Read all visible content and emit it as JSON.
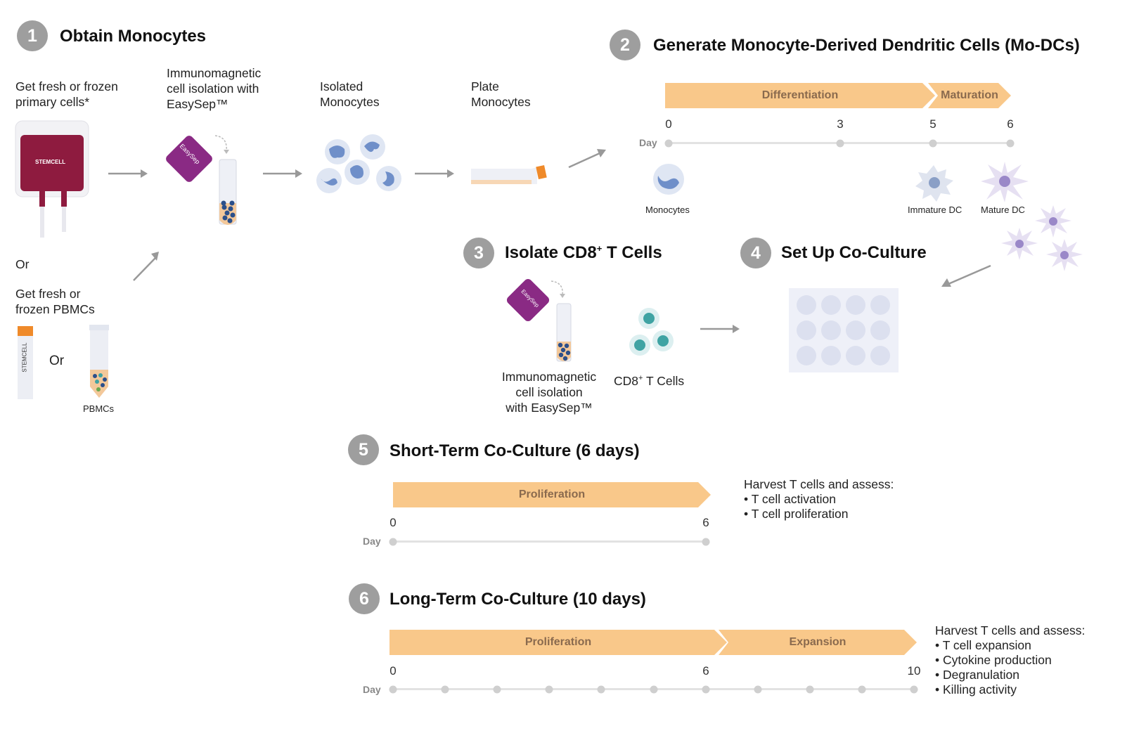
{
  "step1": {
    "number": "1",
    "title": "Obtain Monocytes",
    "get_fresh": [
      "Get fresh or frozen",
      "primary cells*"
    ],
    "immunomagnetic": [
      "Immunomagnetic",
      "cell isolation with",
      "EasySep™"
    ],
    "isolated": [
      "Isolated",
      "Monocytes"
    ],
    "plate": [
      "Plate",
      "Monocytes"
    ],
    "or_1": "Or",
    "get_pbmcs": [
      "Get fresh or",
      "frozen PBMCs"
    ],
    "or_2": "Or",
    "pbmcs": "PBMCs",
    "bag_brand": "STEMCELL",
    "easysep_brand": "EasySep",
    "vial_brand": "STEMCELL"
  },
  "step2": {
    "number": "2",
    "title": "Generate Monocyte-Derived Dendritic Cells (Mo-DCs)",
    "phases": [
      "Differentiation",
      "Maturation"
    ],
    "day_label": "Day",
    "days": [
      "0",
      "3",
      "5",
      "6"
    ],
    "cells": [
      "Monocytes",
      "Immature DC",
      "Mature DC"
    ]
  },
  "step3": {
    "number": "3",
    "title_main": "Isolate CD8",
    "title_sup": "+",
    "title_end": " T Cells",
    "immunomagnetic": [
      "Immunomagnetic",
      "cell isolation",
      "with EasySep™"
    ],
    "cd8_main": "CD8",
    "cd8_sup": "+",
    "cd8_end": " T Cells",
    "easysep_brand": "EasySep"
  },
  "step4": {
    "number": "4",
    "title": "Set Up Co-Culture"
  },
  "step5": {
    "number": "5",
    "title": "Short-Term Co-Culture (6 days)",
    "phase": "Proliferation",
    "day_label": "Day",
    "days": [
      "0",
      "6"
    ],
    "assess_title": "Harvest T cells and assess:",
    "assess": [
      "T cell activation",
      "T cell proliferation"
    ]
  },
  "step6": {
    "number": "6",
    "title": "Long-Term Co-Culture (10 days)",
    "phases": [
      "Proliferation",
      "Expansion"
    ],
    "day_label": "Day",
    "days": [
      "0",
      "6",
      "10"
    ],
    "assess_title": "Harvest T cells and assess:",
    "assess": [
      "T cell expansion",
      "Cytokine production",
      "Degranulation",
      "Killing activity"
    ]
  },
  "colors": {
    "banner": "#f9c88a",
    "banner_text": "#8a6a4e",
    "step_circle": "#9e9e9e",
    "easysep_purple": "#8a2a84",
    "bag_red": "#8e1b3f",
    "monocyte_blue": "#6f8fc9",
    "tcell_teal": "#3fa3a3",
    "dc_purple": "#9a88c8"
  }
}
